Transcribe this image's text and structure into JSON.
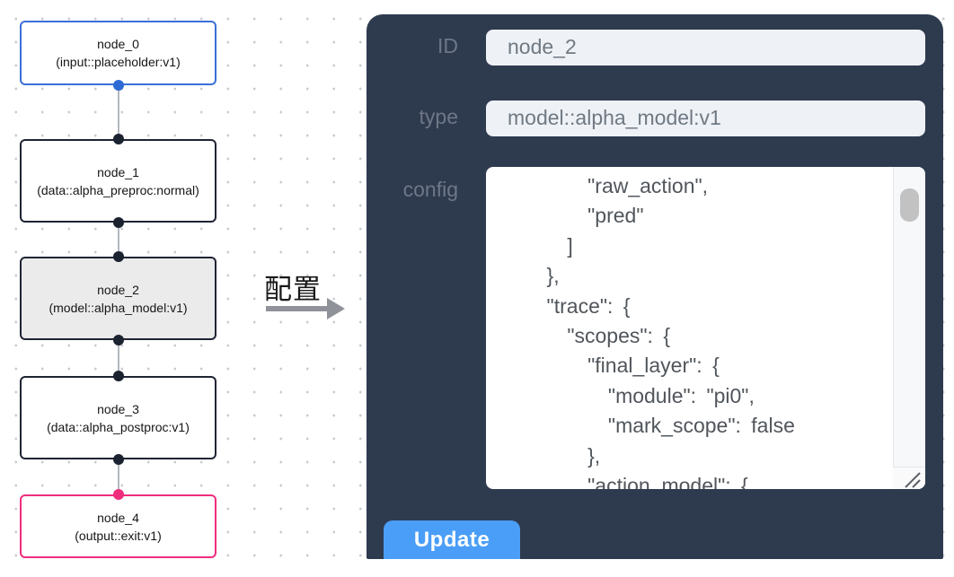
{
  "flow": {
    "nodes": [
      {
        "id": "node_0",
        "type_label": "(input::placeholder:v1)",
        "variant": "input"
      },
      {
        "id": "node_1",
        "type_label": "(data::alpha_preproc:normal)",
        "variant": "default"
      },
      {
        "id": "node_2",
        "type_label": "(model::alpha_model:v1)",
        "variant": "selected"
      },
      {
        "id": "node_3",
        "type_label": "(data::alpha_postproc:v1)",
        "variant": "default"
      },
      {
        "id": "node_4",
        "type_label": "(output::exit:v1)",
        "variant": "output"
      }
    ],
    "colors": {
      "input_border": "#3a6fd8",
      "output_border": "#ee2d7d",
      "default_border": "#1f2433",
      "selected_bg": "#ebebeb",
      "edge": "#b4b8bf",
      "port_dark": "#1b2230",
      "port_blue": "#2e6ad6",
      "port_pink": "#ee2d7d"
    }
  },
  "arrow": {
    "label": "配置",
    "color": "#8f9399"
  },
  "panel": {
    "bg_color": "#2e3a4e",
    "id_field": {
      "label": "ID",
      "value": "node_2"
    },
    "type_field": {
      "label": "type",
      "value": "model::alpha_model:v1"
    },
    "config_field": {
      "label": "config",
      "visible_text": "        \"raw_action\",\n        \"pred\"\n      ]\n    },\n    \"trace\": {\n      \"scopes\": {\n        \"final_layer\": {\n          \"module\": \"pi0\",\n          \"mark_scope\": false\n        },\n        \"action_model\": {"
    },
    "update_label": "Update",
    "button_color": "#4a9ef7"
  }
}
